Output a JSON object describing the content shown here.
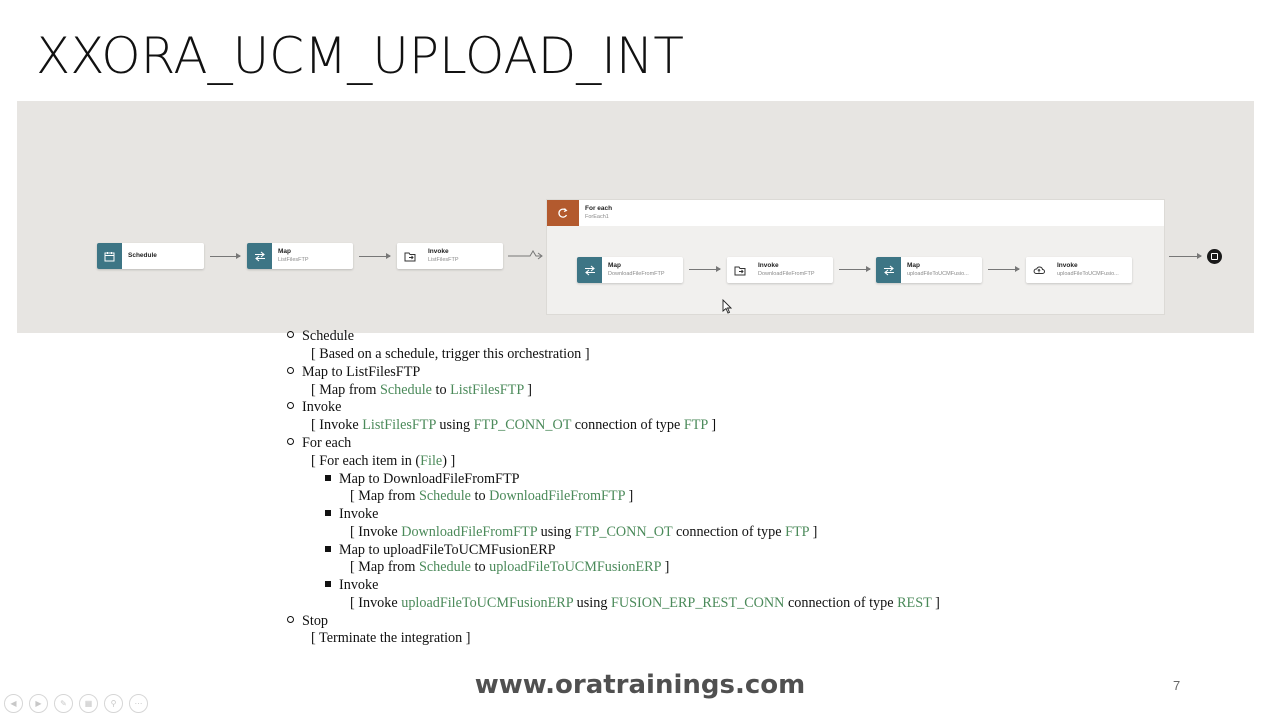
{
  "slide": {
    "title": "XXORA_UCM_UPLOAD_INT",
    "footer": "www.oratrainings.com",
    "page_number": "7"
  },
  "flow": {
    "schedule": {
      "title": "Schedule"
    },
    "map_list": {
      "title": "Map",
      "subtitle": "ListFilesFTP"
    },
    "invoke_list": {
      "title": "Invoke",
      "subtitle": "ListFilesFTP"
    },
    "foreach": {
      "title": "For each",
      "subtitle": "ForEach1",
      "map_download": {
        "title": "Map",
        "subtitle": "DownloadFileFromFTP"
      },
      "invoke_download": {
        "title": "Invoke",
        "subtitle": "DownloadFileFromFTP"
      },
      "map_upload": {
        "title": "Map",
        "subtitle": "uploadFileToUCMFusio..."
      },
      "invoke_upload": {
        "title": "Invoke",
        "subtitle": "uploadFileToUCMFusio..."
      }
    }
  },
  "outline": {
    "schedule": "Schedule",
    "schedule_desc": "[ Based on a schedule, trigger this orchestration ]",
    "map_list": "Map to ListFilesFTP",
    "map_list_desc_a": "[ Map from ",
    "map_list_src": "Schedule",
    "map_list_to": " to ",
    "map_list_dst": "ListFilesFTP",
    "map_list_end": " ]",
    "invoke": "Invoke",
    "invoke_desc_a": "[ Invoke ",
    "invoke_target": "ListFilesFTP",
    "invoke_using": " using ",
    "invoke_conn": "FTP_CONN_OT",
    "invoke_type_txt": " connection of type ",
    "invoke_type": "FTP",
    "invoke_end": " ]",
    "foreach": "For each",
    "foreach_desc_a": "[ For each item in (",
    "foreach_item": "File",
    "foreach_end": ") ]",
    "sub": {
      "map_dl": "Map to DownloadFileFromFTP",
      "map_dl_desc_a": "[ Map from ",
      "map_dl_src": "Schedule",
      "map_dl_to": " to ",
      "map_dl_dst": "DownloadFileFromFTP",
      "map_dl_end": " ]",
      "invoke_dl": "Invoke",
      "invoke_dl_desc_a": "[ Invoke ",
      "invoke_dl_target": "DownloadFileFromFTP",
      "invoke_dl_using": " using ",
      "invoke_dl_conn": "FTP_CONN_OT",
      "invoke_dl_type_txt": " connection of type ",
      "invoke_dl_type": "FTP",
      "invoke_dl_end": " ]",
      "map_up": "Map to uploadFileToUCMFusionERP",
      "map_up_desc_a": "[ Map from ",
      "map_up_src": "Schedule",
      "map_up_to": " to ",
      "map_up_dst": "uploadFileToUCMFusionERP",
      "map_up_end": " ]",
      "invoke_up": "Invoke",
      "invoke_up_desc_a": "[ Invoke ",
      "invoke_up_target": "uploadFileToUCMFusionERP",
      "invoke_up_using": " using ",
      "invoke_up_conn": "FUSION_ERP_REST_CONN",
      "invoke_up_type_txt": " connection of type ",
      "invoke_up_type": "REST",
      "invoke_up_end": " ]"
    },
    "stop": "Stop",
    "stop_desc": "[ Terminate the integration ]"
  },
  "colors": {
    "accent_teal": "#3d7585",
    "foreach_orange": "#b35a2e",
    "ref_green": "#4b8a5a"
  }
}
